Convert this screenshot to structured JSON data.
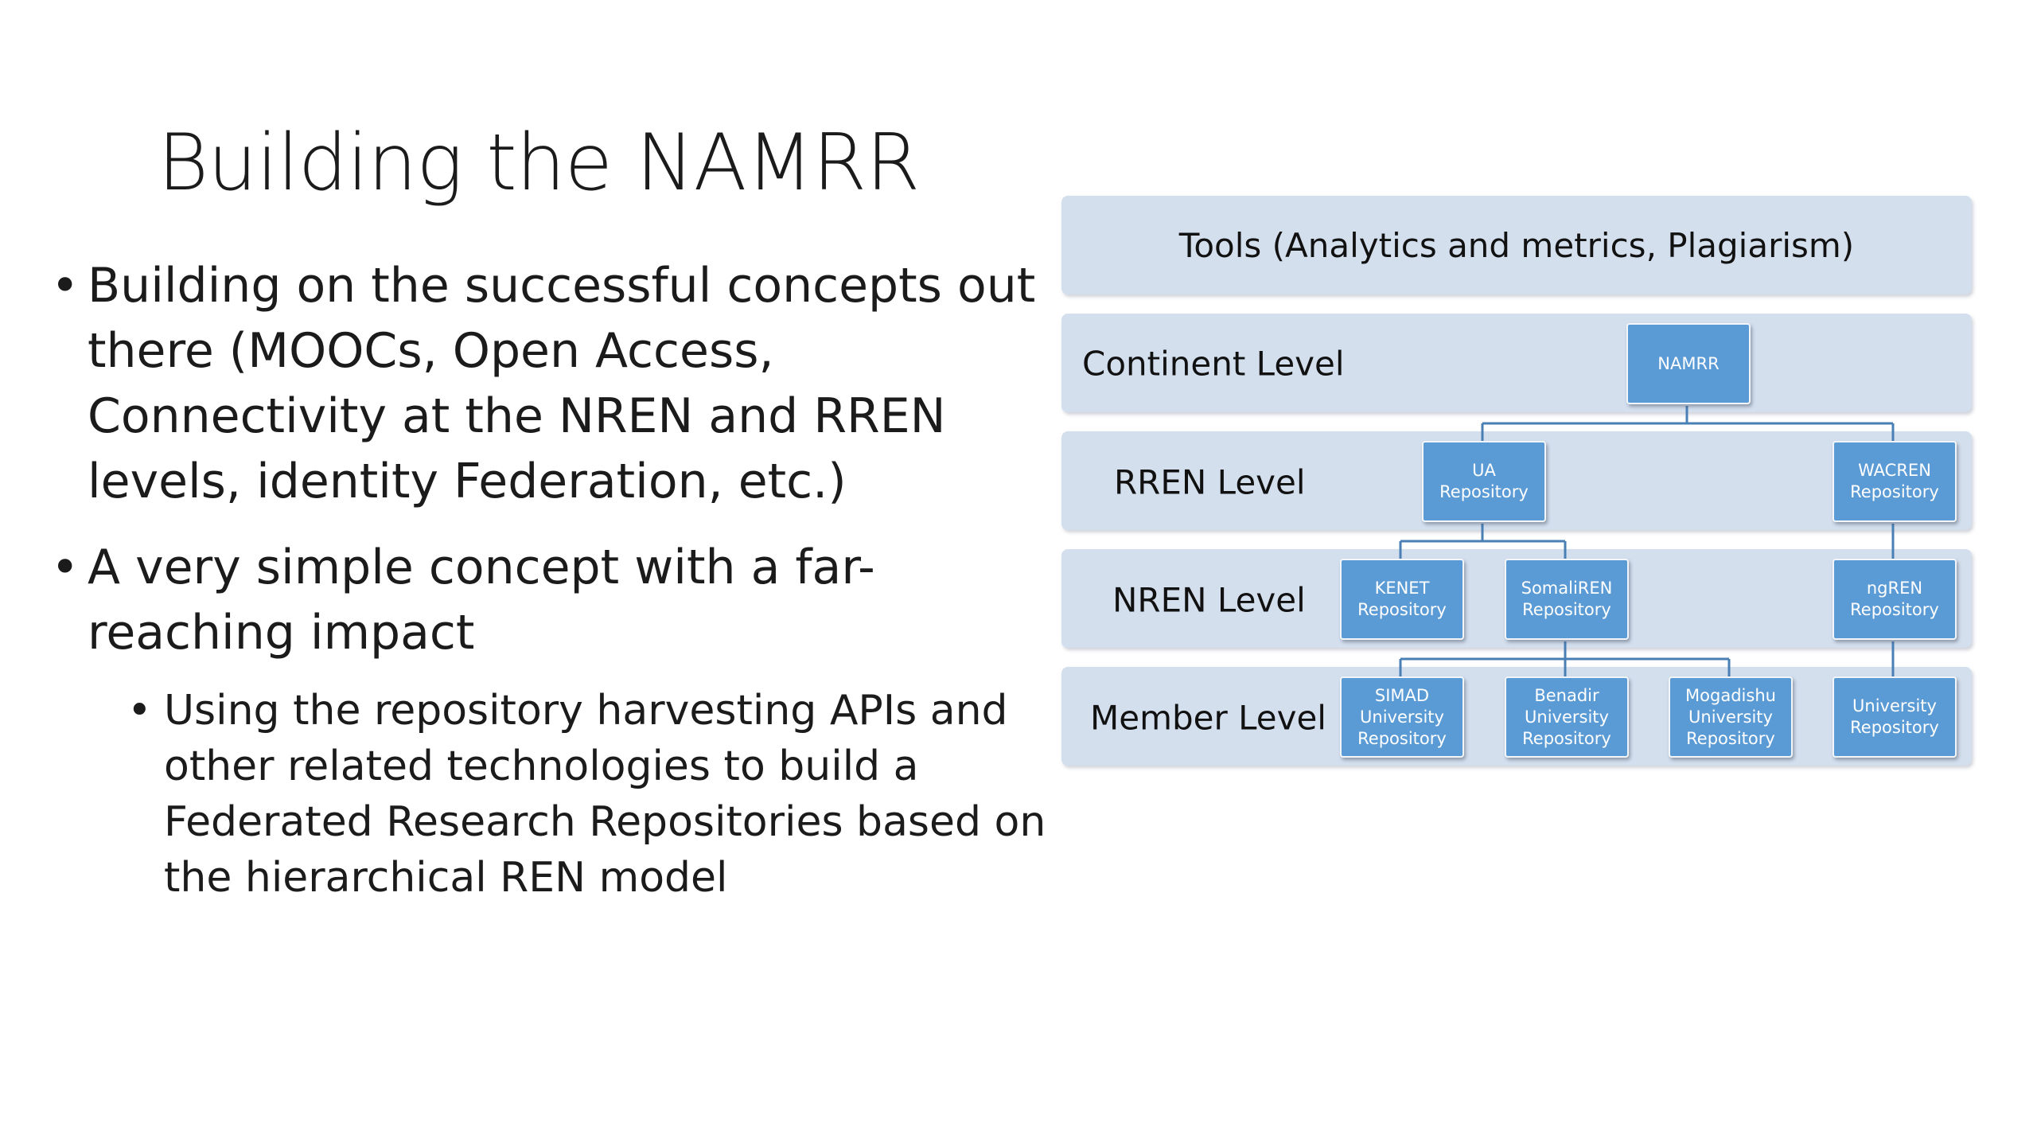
{
  "slide": {
    "title": "Building the NAMRR",
    "bullets": [
      "Building on the successful concepts out there (MOOCs, Open Access, Connectivity at the NREN and RREN levels, identity Federation, etc.)",
      "A very simple concept with a far-reaching impact"
    ],
    "sub_bullets": [
      "Using the repository harvesting APIs and other related technologies to build a Federated Research Repositories based on the hierarchical REN model"
    ],
    "bullet_glyph": "•"
  },
  "diagram": {
    "tools_label": "Tools (Analytics and metrics, Plagiarism)",
    "levels": {
      "continent": "Continent Level",
      "rren": "RREN Level",
      "nren": "NREN Level",
      "member": "Member Level"
    },
    "nodes": {
      "namrr": "NAMRR",
      "ua": "UA\nRepository",
      "wacren": "WACREN\nRepository",
      "kenet": "KENET\nRepository",
      "somaliren": "SomaliREN\nRepository",
      "ngren": "ngREN\nRepository",
      "simad": "SIMAD\nUniversity\nRepository",
      "benadir": "Benadir\nUniversity\nRepository",
      "mogadishu": "Mogadishu\nUniversity\nRepository",
      "university": "University\nRepository"
    },
    "colors": {
      "band": "#d4dfee",
      "node_fill": "#5b9bd5",
      "node_text": "#ffffff",
      "connector": "#4a7fb6"
    }
  }
}
